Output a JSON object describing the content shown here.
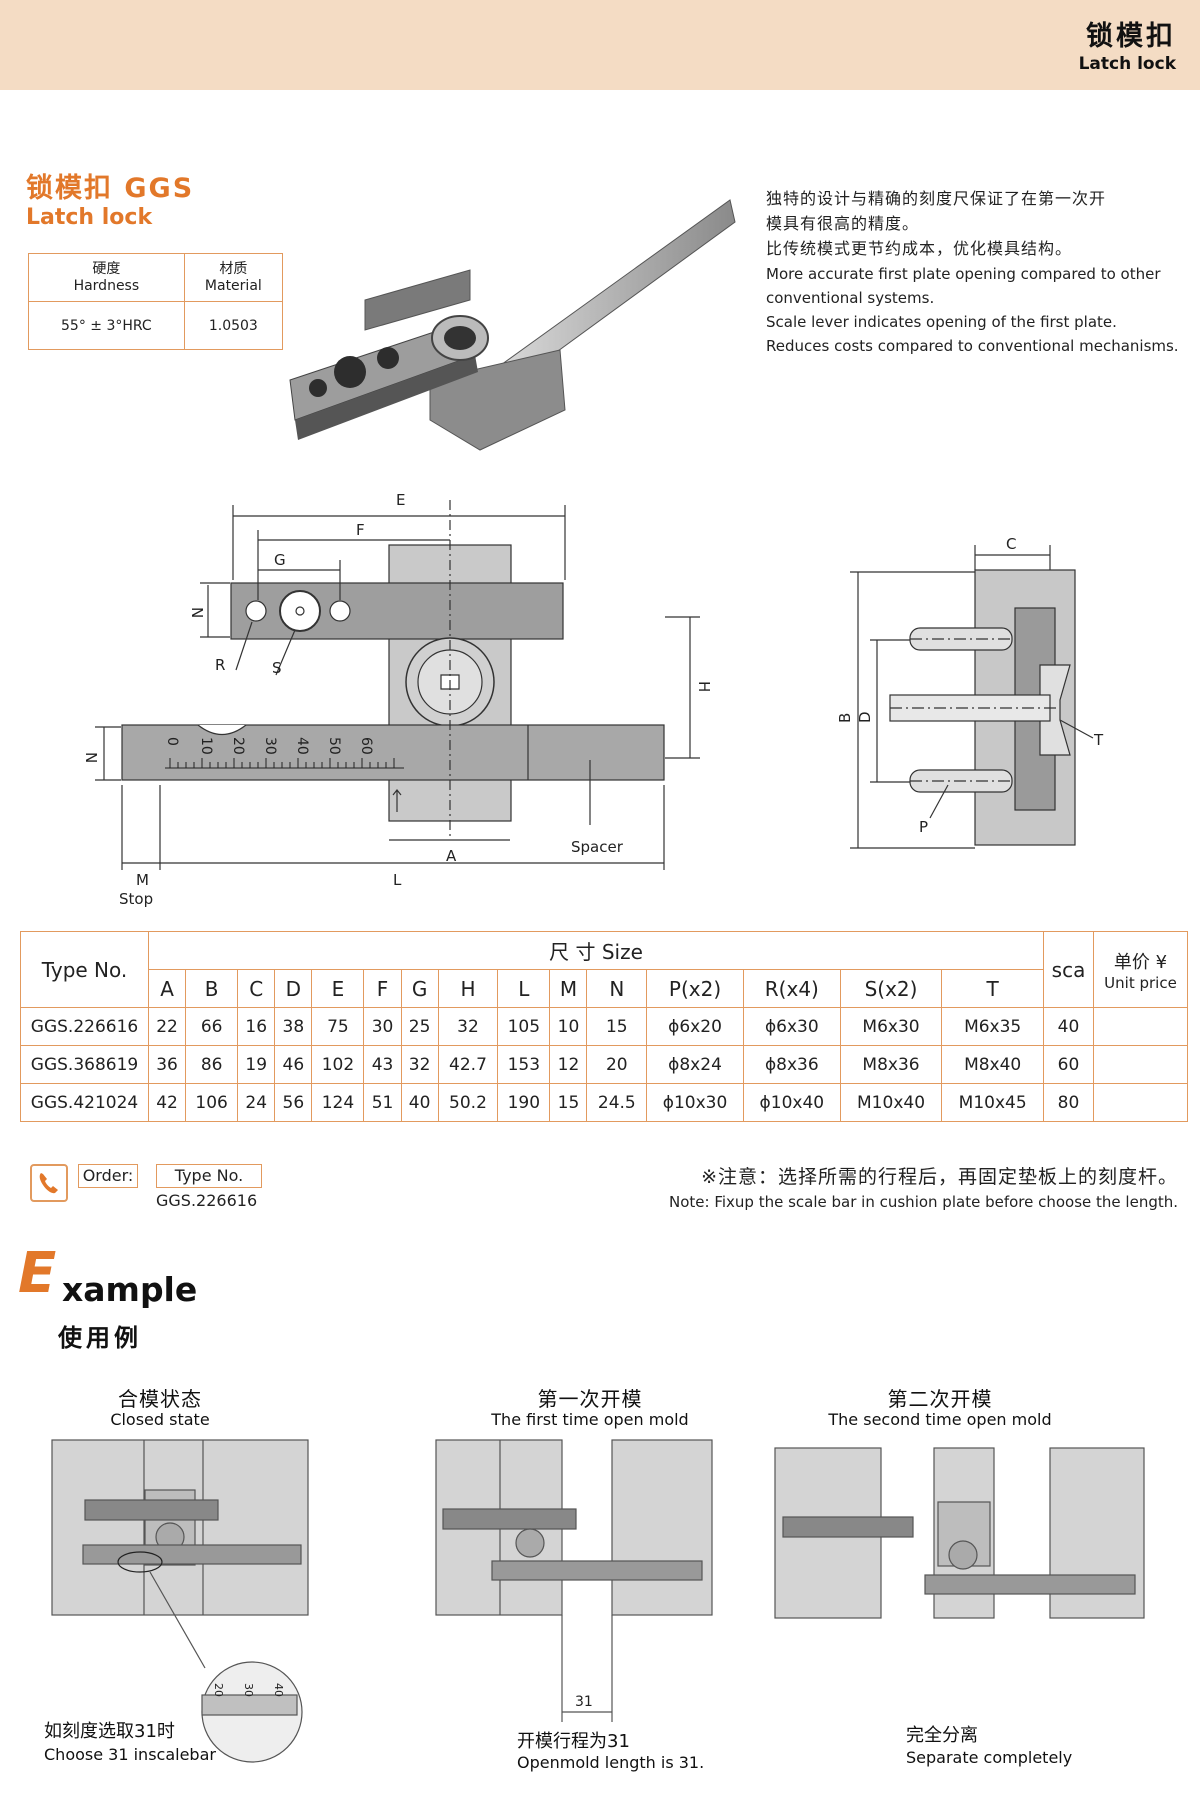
{
  "header": {
    "cn": "锁模扣",
    "en": "Latch lock"
  },
  "product": {
    "title": "锁模扣  GGS",
    "subtitle": "Latch lock"
  },
  "spec_table": {
    "hardness_cn": "硬度",
    "hardness_en": "Hardness",
    "material_cn": "材质",
    "material_en": "Material",
    "hardness_value": "55° ± 3°HRC",
    "material_value": "1.0503"
  },
  "description": {
    "cn1": "独特的设计与精确的刻度尺保证了在第一次开",
    "cn2": "模具有很高的精度。",
    "cn3": "比传统模式更节约成本，优化模具结构。",
    "en1": "More accurate first plate opening compared to other",
    "en2": "conventional systems.",
    "en3": "Scale lever indicates opening of the first plate.",
    "en4": "Reduces costs compared to conventional mechanisms."
  },
  "drawing": {
    "labels": {
      "E": "E",
      "F": "F",
      "G": "G",
      "N": "N",
      "R": "R",
      "S": "S",
      "H": "H",
      "A": "A",
      "L": "L",
      "M": "M",
      "stop": "Stop",
      "spacer": "Spacer",
      "C": "C",
      "B": "B",
      "D": "D",
      "T": "T",
      "P": "P"
    },
    "scale": [
      "0",
      "10",
      "20",
      "30",
      "40",
      "50",
      "60"
    ]
  },
  "size_table": {
    "type_no": "Type No.",
    "size": "尺 寸 Size",
    "sca": "sca",
    "price_cn": "单价 ¥",
    "price_en": "Unit price",
    "cols": [
      "A",
      "B",
      "C",
      "D",
      "E",
      "F",
      "G",
      "H",
      "L",
      "M",
      "N",
      "P(x2)",
      "R(x4)",
      "S(x2)",
      "T"
    ],
    "rows": [
      {
        "type": "GGS.226616",
        "vals": [
          "22",
          "66",
          "16",
          "38",
          "75",
          "30",
          "25",
          "32",
          "105",
          "10",
          "15",
          "ϕ6x20",
          "ϕ6x30",
          "M6x30",
          "M6x35"
        ],
        "sca": "40",
        "price": ""
      },
      {
        "type": "GGS.368619",
        "vals": [
          "36",
          "86",
          "19",
          "46",
          "102",
          "43",
          "32",
          "42.7",
          "153",
          "12",
          "20",
          "ϕ8x24",
          "ϕ8x36",
          "M8x36",
          "M8x40"
        ],
        "sca": "60",
        "price": ""
      },
      {
        "type": "GGS.421024",
        "vals": [
          "42",
          "106",
          "24",
          "56",
          "124",
          "51",
          "40",
          "50.2",
          "190",
          "15",
          "24.5",
          "ϕ10x30",
          "ϕ10x40",
          "M10x40",
          "M10x45"
        ],
        "sca": "80",
        "price": ""
      }
    ]
  },
  "order": {
    "label": "Order:",
    "type_label": "Type No.",
    "code": "GGS.226616"
  },
  "note": {
    "cn": "※注意：选择所需的行程后，再固定垫板上的刻度杆。",
    "en": "Note: Fixup the scale bar in cushion plate before choose the length."
  },
  "example": {
    "big_letter": "E",
    "rest": "xample",
    "cn": "使用例",
    "panels": [
      {
        "cn": "合模状态",
        "en": "Closed state"
      },
      {
        "cn": "第一次开模",
        "en": "The first time open mold"
      },
      {
        "cn": "第二次开模",
        "en": "The second time open mold"
      }
    ],
    "foot1_cn": "如刻度选取31时",
    "foot1_en": "Choose 31 inscalebar",
    "foot2_cn": "开模行程为31",
    "foot2_en": "Openmold length is 31.",
    "foot3_cn": "完全分离",
    "foot3_en": "Separate completely",
    "dim31": "31",
    "zoom_scale": [
      "20",
      "30",
      "40"
    ]
  },
  "colors": {
    "accent": "#e2782a",
    "border": "#e29a5e",
    "header_band": "#f4dcc4",
    "metal": "#9a9a9a",
    "plate": "#d8d8d8"
  }
}
